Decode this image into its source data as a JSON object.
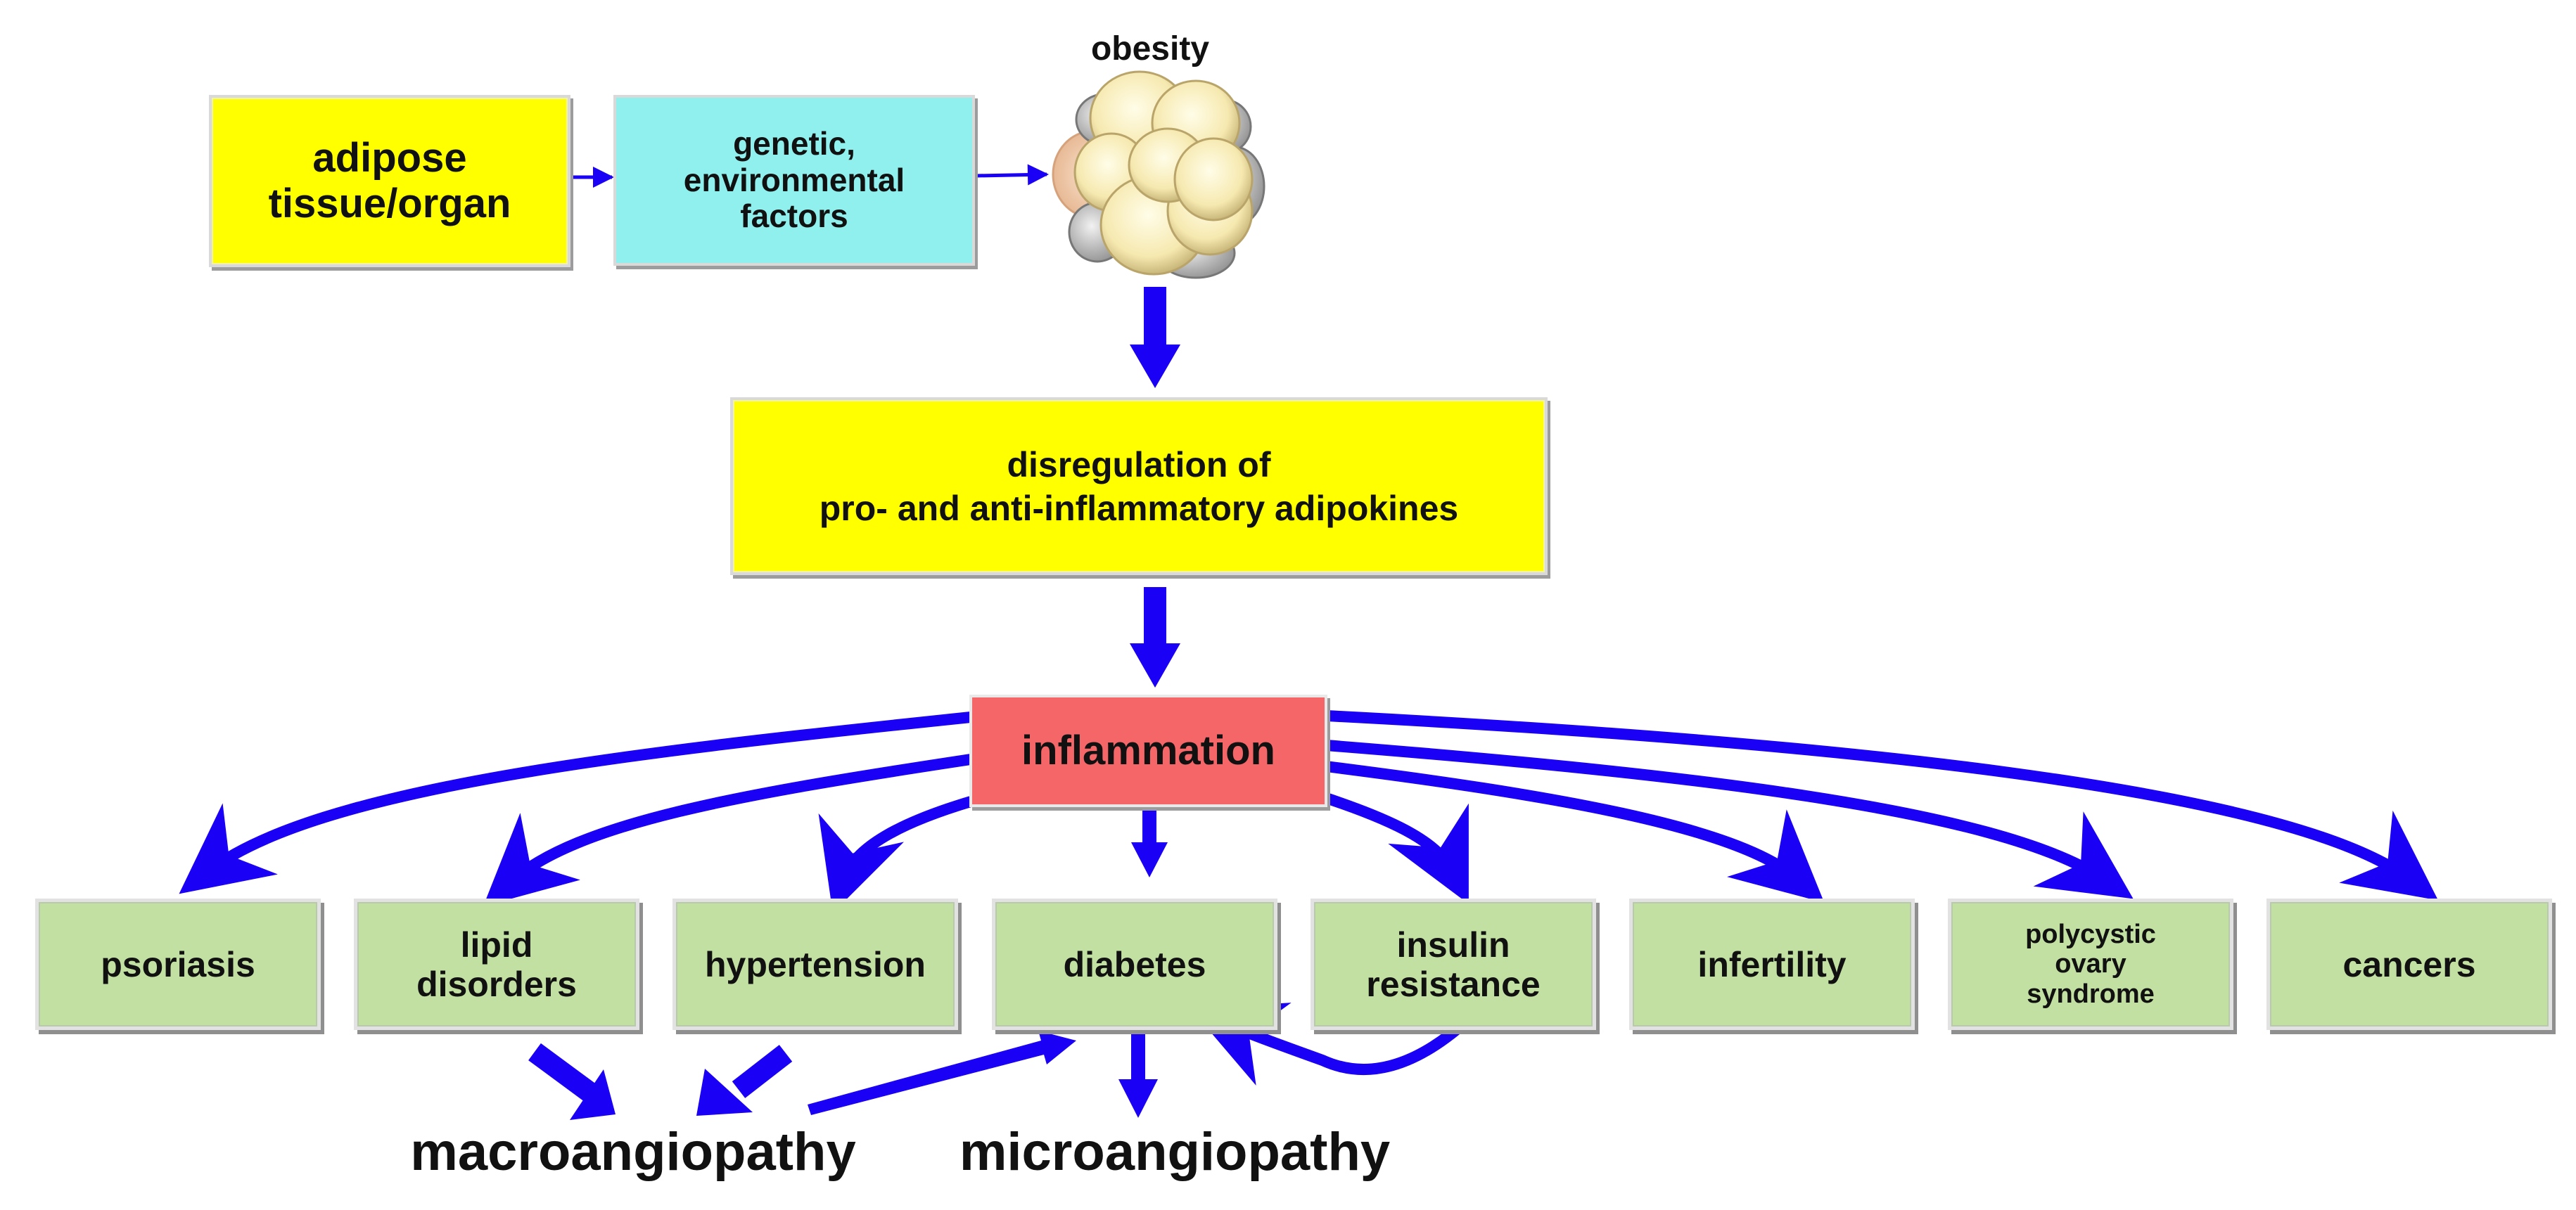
{
  "nodes": {
    "obesity": "obesity",
    "adipose": "adipose tissue/organ",
    "genetic": "genetic, environmental factors",
    "disregulation_line1": "disregulation of",
    "disregulation_line2": "pro- and anti-inflammatory adipokines",
    "inflammation": "inflammation",
    "macroangiopathy": "macroangiopathy",
    "microangiopathy": "microangiopathy"
  },
  "conditions": {
    "psoriasis": "psoriasis",
    "lipid": "lipid disorders",
    "hypertension": "hypertension",
    "diabetes": "diabetes",
    "insulin": "insulin resistance",
    "infertility": "infertility",
    "pcos": "polycystic ovary syndrome",
    "cancers": "cancers"
  },
  "colors": {
    "arrow": "#1a00f5",
    "yellow_box": "#ffff00",
    "cyan_box": "#8ff0ee",
    "red_box": "#f56668",
    "green_box": "#c2e0a2"
  }
}
